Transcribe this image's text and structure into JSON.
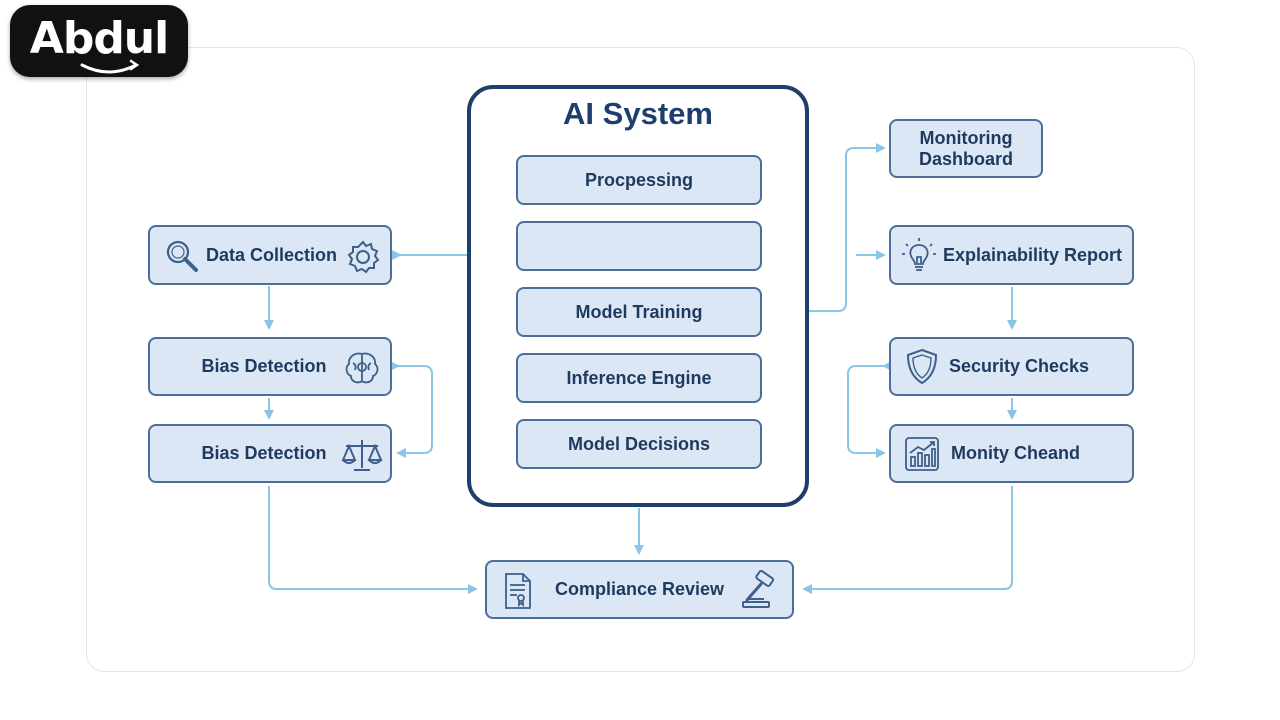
{
  "logo": {
    "text": "Abdul"
  },
  "system": {
    "title": "AI System"
  },
  "pipeline": {
    "step1": "Procpessing",
    "step2": "",
    "step3": "Model Training",
    "step4": "Inference Engine",
    "step5": "Model Decisions"
  },
  "left": {
    "data_collection": "Data Collection",
    "bias_detection_1": "Bias Detection",
    "bias_detection_2": "Bias Detection"
  },
  "right": {
    "monitoring_line1": "Monitoring",
    "monitoring_line2": "Dashboard",
    "explainability": "Explainability Report",
    "security": "Security Checks",
    "monity": "Monity Cheand"
  },
  "bottom": {
    "compliance": "Compliance Review"
  },
  "colors": {
    "node_fill": "#dbe7f5",
    "node_border": "#4d6e98",
    "system_border": "#1e3f6d",
    "connector": "#8cc4e6",
    "text": "#1f3a5f"
  },
  "icons": [
    "magnifier-icon",
    "gear-icon",
    "brain-icon",
    "scales-icon",
    "lightbulb-icon",
    "shield-icon",
    "chart-icon",
    "document-icon",
    "gavel-icon"
  ]
}
